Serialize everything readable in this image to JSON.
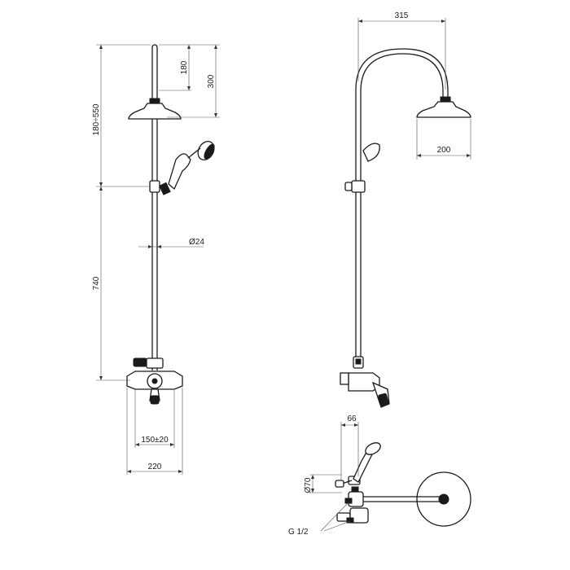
{
  "front_view": {
    "dim_180": "180",
    "dim_300": "300",
    "dim_180_550": "180÷550",
    "dim_740": "740",
    "dim_24": "Ø24",
    "dim_150": "150±20",
    "dim_220": "220"
  },
  "side_view": {
    "dim_315": "315",
    "dim_200": "200"
  },
  "top_view": {
    "dim_66": "66",
    "dim_70": "Ø70",
    "connection": "G 1/2"
  },
  "colors": {
    "line": "#1a1a1a",
    "dimension": "#555555"
  }
}
